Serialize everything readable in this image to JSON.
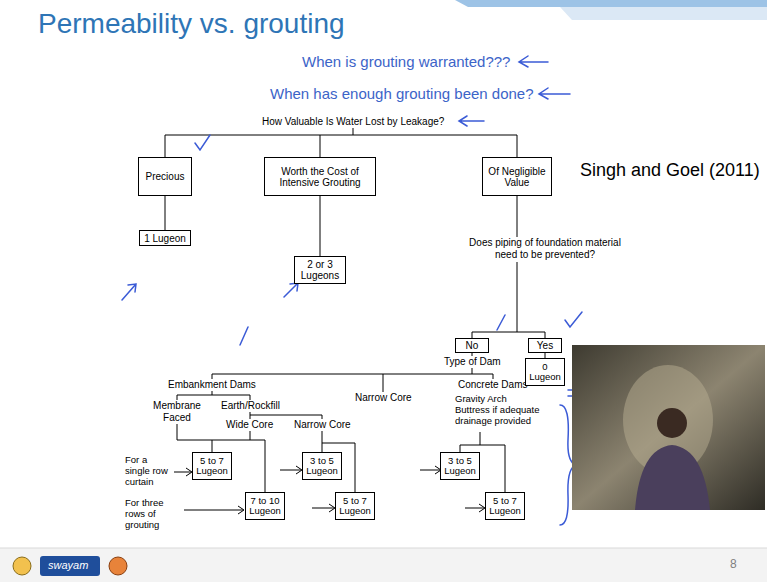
{
  "diagram": {
    "title": "Permeability vs. grouting",
    "nodes": [
      {
        "text": [
          "Precious"
        ]
      },
      {
        "text": [
          "Worth the Cost of Intensive Grouting"
        ]
      },
      {
        "text": [
          "Of Negligible Value"
        ]
      },
      {
        "text": [
          "1 Lugeon"
        ]
      },
      {
        "text": [
          "2 or 3 Lugeons"
        ]
      },
      {
        "text": [
          "No"
        ]
      },
      {
        "text": [
          "Yes"
        ]
      },
      {
        "text": [
          "0 Lugeon"
        ]
      },
      {
        "text": [
          "5 to 7 Lugeon"
        ]
      },
      {
        "text": [
          "3 to 5 Lugeon"
        ]
      },
      {
        "text": [
          "3 to 5 Lugeon"
        ]
      },
      {
        "text": [
          "7 to 10 Lugeon"
        ]
      },
      {
        "text": [
          "5 to 7 Lugeon"
        ]
      },
      {
        "text": [
          "5 to 7 Lugeon"
        ]
      }
    ],
    "edges": [
      {
        "from": 0,
        "to": 3,
        "arrow": "none"
      },
      {
        "from": 1,
        "to": 4,
        "arrow": "none"
      },
      {
        "from": 6,
        "to": 7,
        "arrow": "none"
      }
    ],
    "labels": [
      "When is grouting warranted???",
      "When has enough grouting been done?",
      "How Valuable Is Water Lost by Leakage?",
      "Singh and Goel (2011)",
      "Does piping of foundation material need to be prevented?",
      "Type of Dam",
      "Embankment Dams",
      "Narrow Core",
      "Concrete Dams",
      "Gravity Arch Buttress if adequate drainage provided",
      "Membrane Faced",
      "Earth/Rockfill",
      "Wide Core",
      "Narrow Core",
      "For a single row curtain",
      "For three rows of grouting",
      "swayam",
      "8"
    ]
  }
}
